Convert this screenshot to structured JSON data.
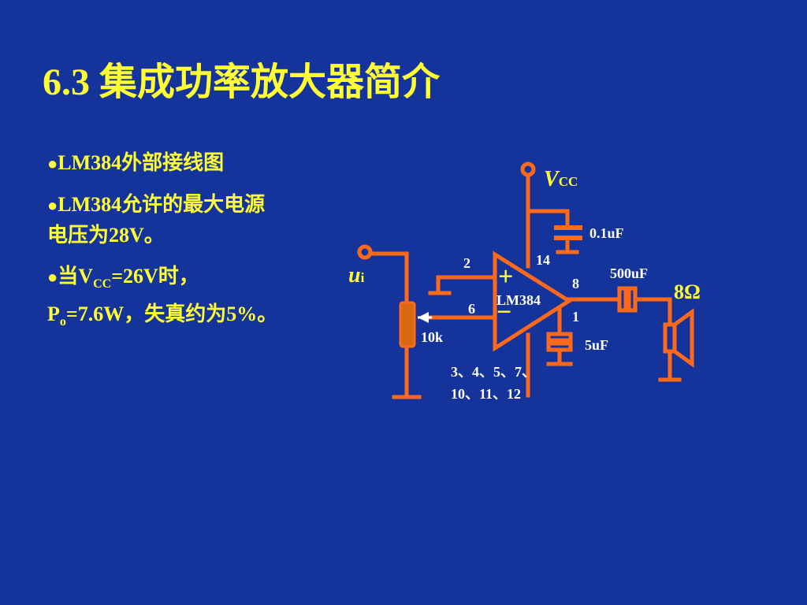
{
  "slide": {
    "title": "6.3 集成功率放大器简介",
    "bullet1": "LM384外部接线图",
    "bullet2_line1": "LM384允许的最大电源",
    "bullet2_line2": "电压为28V。",
    "bullet3_pre": "当V",
    "bullet3_sub": "CC",
    "bullet3_post": "=26V时，",
    "bullet4_pre": "P",
    "bullet4_sub": "o",
    "bullet4_post": "=7.6W，失真约为5%。",
    "bullet_glyph": "●"
  },
  "circuit": {
    "vcc_label": "V",
    "vcc_sub": "CC",
    "ui_label": "u",
    "ui_sub": "i",
    "cap1": "0.1uF",
    "cap_out": "500uF",
    "cap2": "5uF",
    "resistor": "10k",
    "speaker": "8Ω",
    "chip": "LM384",
    "pin14": "14",
    "pin2": "2",
    "pin6": "6",
    "pin8": "8",
    "pin1": "1",
    "plus": "+",
    "minus": "−",
    "ground_pins_line1": "3、4、5、7、",
    "ground_pins_line2": "10、11、12"
  },
  "colors": {
    "background": "#14349c",
    "text": "#ffff33",
    "wire": "#ff6a1a",
    "labels": "#ffffff"
  }
}
